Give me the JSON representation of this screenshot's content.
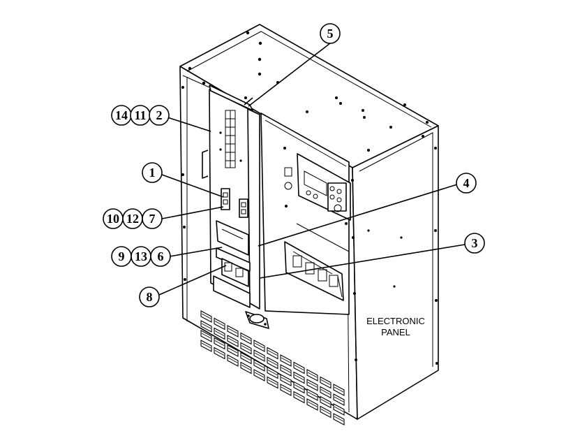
{
  "callouts": {
    "c1": "1",
    "c2": "2",
    "c3": "3",
    "c4": "4",
    "c5": "5",
    "c6": "6",
    "c7": "7",
    "c8": "8",
    "c9": "9",
    "c10": "10",
    "c11": "11",
    "c12": "12",
    "c13": "13",
    "c14": "14"
  },
  "panel_label": {
    "line1": "ELECTRONIC",
    "line2": "PANEL"
  }
}
